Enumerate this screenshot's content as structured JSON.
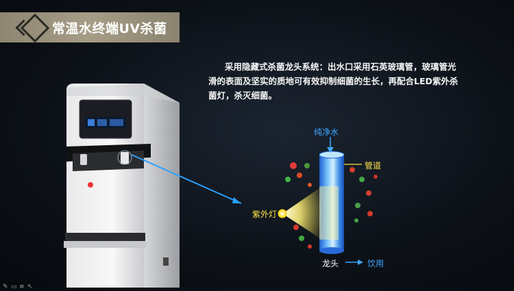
{
  "header": {
    "title": "常温水终端UV杀菌"
  },
  "description": "采用隐藏式杀菌龙头系统：出水口采用石英玻璃管，玻璃管光滑的表面及坚实的质地可有效抑制细菌的生长，再配合LED紫外杀菌灯，杀灭细菌。",
  "diagram": {
    "pure_water": "纯净水",
    "pipe": "管道",
    "uv_lamp": "紫外灯",
    "faucet": "龙头",
    "drink": "饮用"
  },
  "colors": {
    "header_bg": "#a59d86",
    "label_blue": "#3ea6ff",
    "label_yellow": "#ffe34a",
    "pointer_line": "#2aa0ff"
  }
}
